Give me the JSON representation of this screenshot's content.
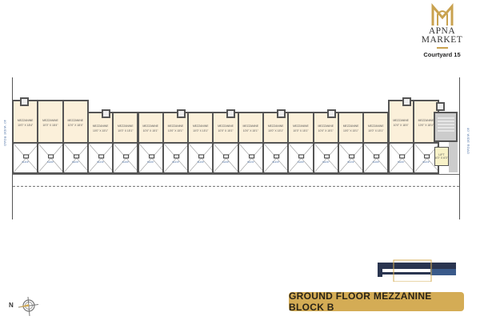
{
  "brand": {
    "line1": "APNA",
    "line2": "MARKET",
    "project": "Courtyard 15",
    "accent": "#c9a24f"
  },
  "plan": {
    "title": "GROUND FLOOR MEZZANINE BLOCK B",
    "left_road": "40' WIDE ROAD",
    "right_road": "40' WIDE ROAD",
    "lift_label": "LIFT",
    "lift_dims": "6'0\" X 6'0\"",
    "compass_label": "N",
    "units": [
      {
        "label": "MEZZANINE",
        "dims": "10'0\" X 18'4\""
      },
      {
        "label": "MEZZANINE",
        "dims": "10'0\" X 18'4\""
      },
      {
        "label": "MEZZANINE",
        "dims": "10'0\" X 18'4\""
      },
      {
        "label": "MEZZANINE",
        "dims": "10'0\" X 15'1\""
      },
      {
        "label": "MEZZANINE",
        "dims": "10'0\" X 15'1\""
      },
      {
        "label": "MEZZANINE",
        "dims": "10'0\" X 15'1\""
      },
      {
        "label": "MEZZANINE",
        "dims": "10'0\" X 15'1\""
      },
      {
        "label": "MEZZANINE",
        "dims": "10'0\" X 15'1\""
      },
      {
        "label": "MEZZANINE",
        "dims": "10'0\" X 15'1\""
      },
      {
        "label": "MEZZANINE",
        "dims": "10'0\" X 15'1\""
      },
      {
        "label": "MEZZANINE",
        "dims": "10'0\" X 15'1\""
      },
      {
        "label": "MEZZANINE",
        "dims": "10'0\" X 15'1\""
      },
      {
        "label": "MEZZANINE",
        "dims": "10'0\" X 15'1\""
      },
      {
        "label": "MEZZANINE",
        "dims": "10'0\" X 15'1\""
      },
      {
        "label": "MEZZANINE",
        "dims": "10'0\" X 15'1\""
      },
      {
        "label": "MEZZANINE",
        "dims": "10'0\" X 18'4\""
      },
      {
        "label": "MEZZANINE",
        "dims": "10'0\" X 18'4\""
      }
    ],
    "shop_label": "SHOP"
  }
}
